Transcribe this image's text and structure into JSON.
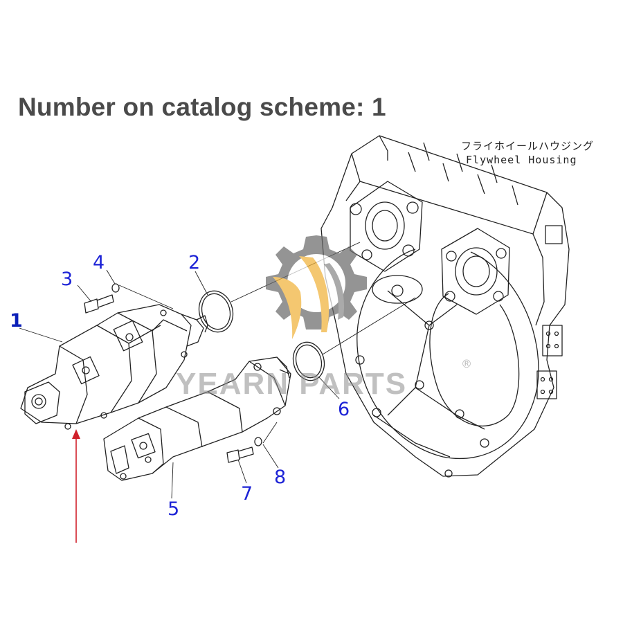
{
  "heading": "Number on catalog scheme: 1",
  "housing_label_jp": "フライホイールハウジング",
  "housing_label_en": "Flywheel Housing",
  "callouts": [
    "1",
    "2",
    "3",
    "4",
    "5",
    "6",
    "7",
    "8"
  ],
  "watermark": {
    "brand": "YEARN PARTS",
    "registered": "®"
  },
  "colors": {
    "callout": "#1d23d6",
    "pointer": "#d0202a",
    "drawing": "#222222",
    "logo_gear": "#6b6b6b",
    "logo_accent": "#f0b23a"
  }
}
